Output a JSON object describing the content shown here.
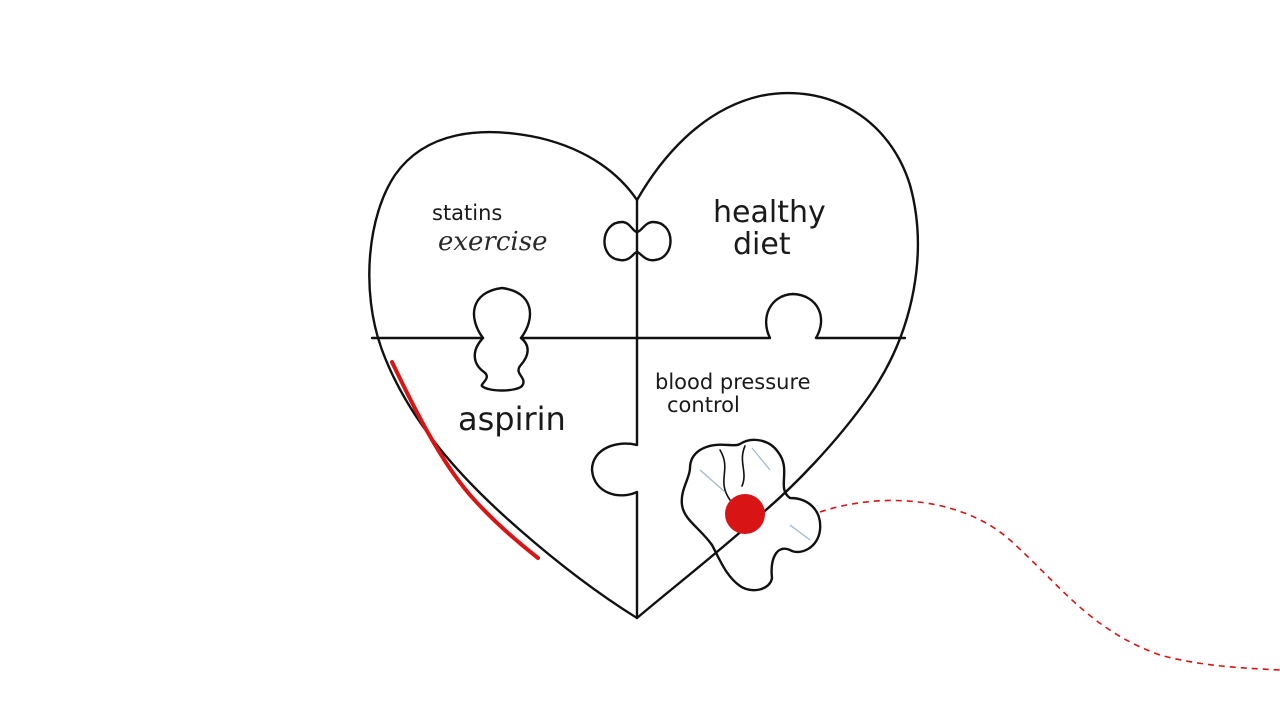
{
  "pieces": {
    "top_left": {
      "lines": [
        "statins",
        "exercise"
      ]
    },
    "top_right": {
      "lines": [
        "healthy",
        "diet"
      ]
    },
    "bottom_left": {
      "lines": [
        "aspirin"
      ]
    },
    "bottom_right": {
      "lines": [
        "blood pressure",
        "control"
      ]
    }
  },
  "colors": {
    "ink": "#111111",
    "accent_red": "#d91414",
    "background": "#ffffff"
  }
}
